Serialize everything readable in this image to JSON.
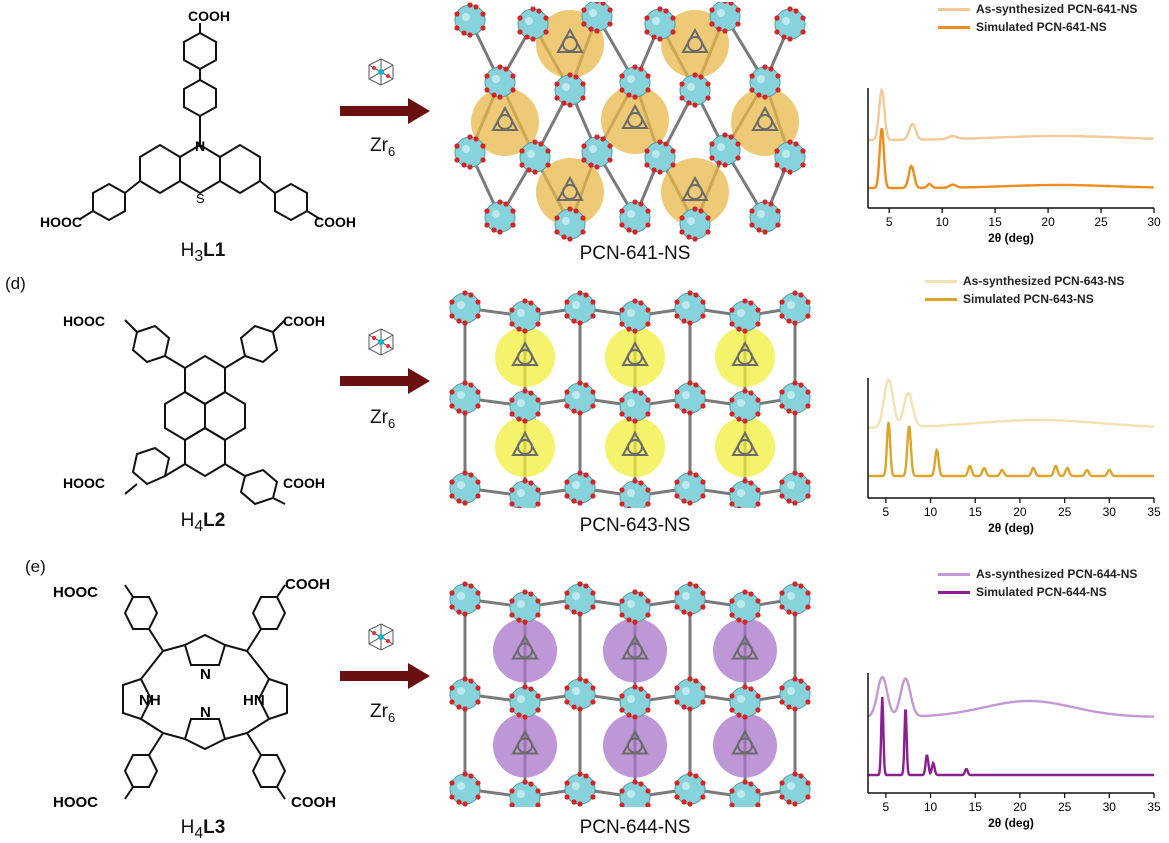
{
  "rows": [
    {
      "panel_letter": "",
      "ligand": {
        "prefix": "H",
        "sub": "3",
        "bold": "L1",
        "groups": [
          "COOH",
          "HOOC",
          "COOH",
          "N",
          "S"
        ]
      },
      "metal_label": {
        "main": "Zr",
        "sub": "6"
      },
      "mof_name": "PCN-641-NS",
      "highlight_color": "#e8b84a",
      "xrd": {
        "legend": [
          "As-synthesized PCN-641-NS",
          "Simulated PCN-641-NS"
        ],
        "colors": [
          "#f5c89a",
          "#f08c1e"
        ],
        "xlabel": "2θ (deg)",
        "ticks": [
          "5",
          "10",
          "15",
          "20",
          "25",
          "30"
        ],
        "xlim": [
          3,
          30
        ]
      }
    },
    {
      "panel_letter": "(d)",
      "ligand": {
        "prefix": "H",
        "sub": "4",
        "bold": "L2",
        "groups": [
          "HOOC",
          "COOH",
          "HOOC",
          "COOH"
        ]
      },
      "metal_label": {
        "main": "Zr",
        "sub": "6"
      },
      "mof_name": "PCN-643-NS",
      "highlight_color": "#f2ee3a",
      "xrd": {
        "legend": [
          "As-synthesized PCN-643-NS",
          "Simulated PCN-643-NS"
        ],
        "colors": [
          "#f4e2b4",
          "#dba52a"
        ],
        "xlabel": "2θ (deg)",
        "ticks": [
          "5",
          "10",
          "15",
          "20",
          "25",
          "30",
          "35"
        ],
        "xlim": [
          3,
          35
        ]
      }
    },
    {
      "panel_letter": "(e)",
      "ligand": {
        "prefix": "H",
        "sub": "4",
        "bold": "L3",
        "groups": [
          "HOOC",
          "COOH",
          "NH",
          "HN",
          "N",
          "N",
          "HOOC",
          "COOH"
        ]
      },
      "metal_label": {
        "main": "Zr",
        "sub": "6"
      },
      "mof_name": "PCN-644-NS",
      "highlight_color": "#a774c8",
      "xrd": {
        "legend": [
          "As-synthesized PCN-644-NS",
          "Simulated PCN-644-NS"
        ],
        "colors": [
          "#c597d3",
          "#8a1f8f"
        ],
        "xlabel": "2θ (deg)",
        "ticks": [
          "5",
          "10",
          "15",
          "20",
          "25",
          "30",
          "35"
        ],
        "xlim": [
          3,
          35
        ]
      }
    }
  ]
}
